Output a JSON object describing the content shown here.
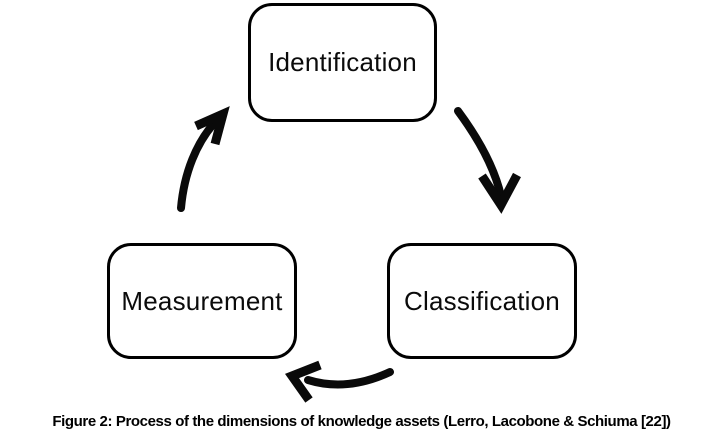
{
  "figure": {
    "caption": "Figure 2: Process of the dimensions of knowledge assets (Lerro, Lacobone & Schiuma [22])"
  },
  "diagram": {
    "type": "cycle",
    "nodes": [
      {
        "id": "identification",
        "label": "Identification"
      },
      {
        "id": "classification",
        "label": "Classification"
      },
      {
        "id": "measurement",
        "label": "Measurement"
      }
    ],
    "arrows": [
      {
        "from": "Identification",
        "to": "Classification"
      },
      {
        "from": "Classification",
        "to": "Measurement"
      },
      {
        "from": "Measurement",
        "to": "Identification"
      }
    ],
    "colors": {
      "stroke": "#000000",
      "background": "#ffffff"
    }
  }
}
